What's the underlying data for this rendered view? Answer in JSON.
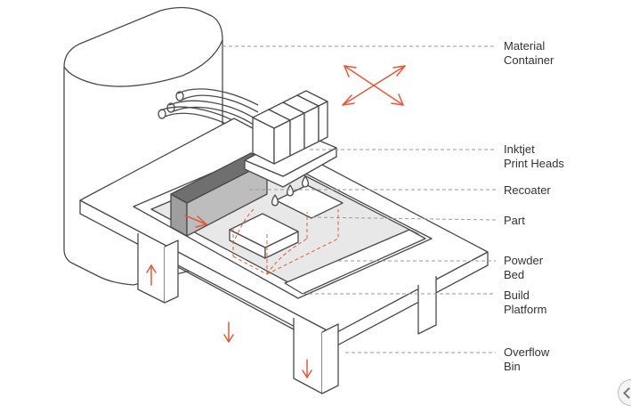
{
  "colors": {
    "line": "#4a4a4a",
    "accent": "#e05a3a",
    "leader": "#9a9a9a",
    "powder": "#e8e8e8",
    "recoater": "#9e9e9e"
  },
  "labels": {
    "material_container": [
      "Material",
      "Container"
    ],
    "print_heads": [
      "Inktjet",
      "Print Heads"
    ],
    "recoater": [
      "Recoater"
    ],
    "part": [
      "Part"
    ],
    "powder_bed": [
      "Powder",
      "Bed"
    ],
    "build_platform": [
      "Build",
      "Platform"
    ],
    "overflow_bin": [
      "Overflow",
      "Bin"
    ]
  },
  "icons": {
    "corner_button": "chevron-icon"
  }
}
